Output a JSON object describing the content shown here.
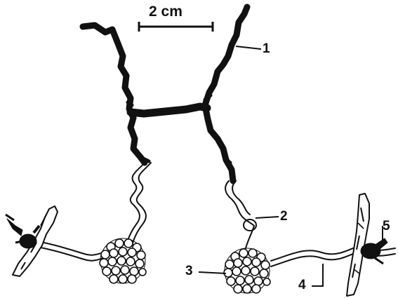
{
  "scale_bar": {
    "label": "2 cm"
  },
  "callouts": [
    {
      "id": "callout-1",
      "text": "1"
    },
    {
      "id": "callout-2",
      "text": "2"
    },
    {
      "id": "callout-3",
      "text": "3"
    },
    {
      "id": "callout-4",
      "text": "4"
    },
    {
      "id": "callout-5",
      "text": "5"
    }
  ],
  "colors": {
    "ink": "#111111",
    "paper": "#ffffff"
  }
}
